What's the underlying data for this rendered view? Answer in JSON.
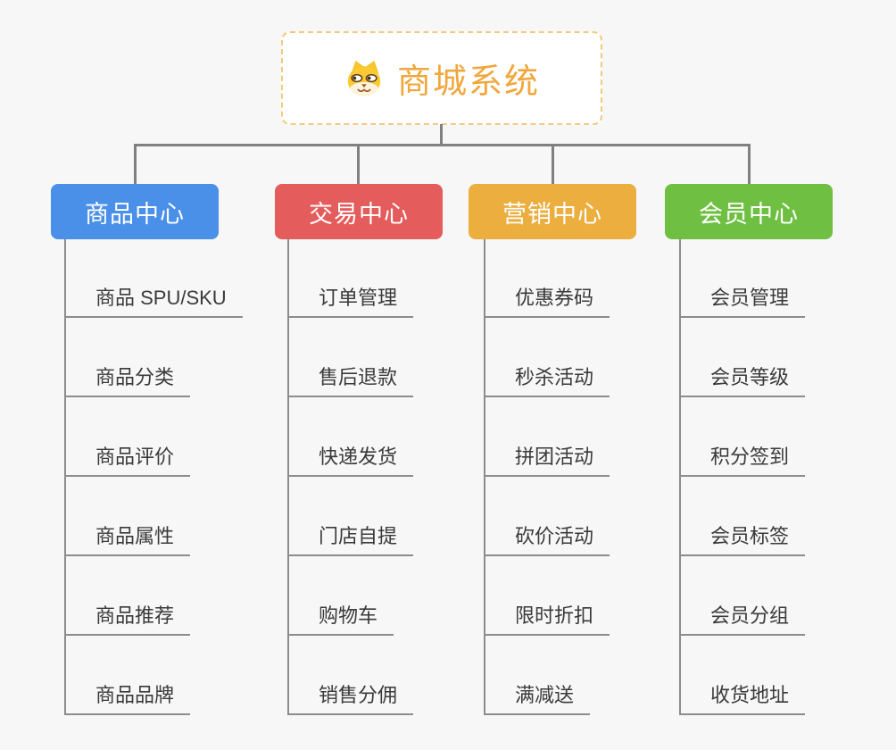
{
  "page": {
    "background_color": "#f7f7f7",
    "connector_color": "#808080",
    "leaf_line_color": "#8c8c8c"
  },
  "root": {
    "title": "商城系统",
    "icon": "dog-face-icon",
    "text_color": "#f0a73d",
    "border_color": "#f3c97d",
    "background": "#ffffff"
  },
  "branches": [
    {
      "label": "商品中心",
      "color": "#4a8fe8",
      "children": [
        "商品 SPU/SKU",
        "商品分类",
        "商品评价",
        "商品属性",
        "商品推荐",
        "商品品牌"
      ]
    },
    {
      "label": "交易中心",
      "color": "#e45c5c",
      "children": [
        "订单管理",
        "售后退款",
        "快递发货",
        "门店自提",
        "购物车",
        "销售分佣"
      ]
    },
    {
      "label": "营销中心",
      "color": "#ebae3f",
      "children": [
        "优惠券码",
        "秒杀活动",
        "拼团活动",
        "砍价活动",
        "限时折扣",
        "满减送"
      ]
    },
    {
      "label": "会员中心",
      "color": "#6fc042",
      "children": [
        "会员管理",
        "会员等级",
        "积分签到",
        "会员标签",
        "会员分组",
        "收货地址"
      ]
    }
  ]
}
